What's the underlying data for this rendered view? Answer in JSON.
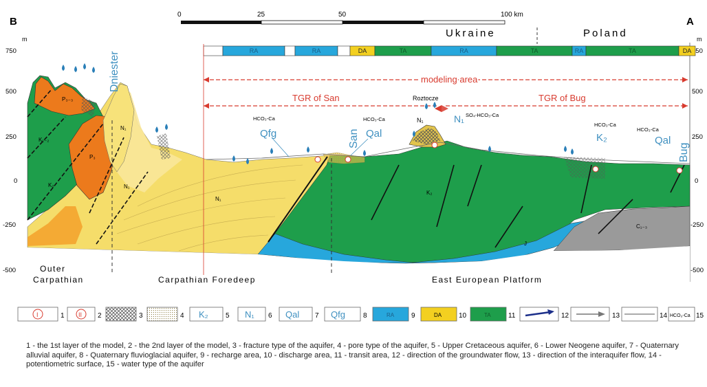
{
  "corners": {
    "left": "B",
    "right": "A"
  },
  "scale_bar": {
    "ticks": [
      "0",
      "25",
      "50",
      "100 km"
    ]
  },
  "countries": [
    "Ukraine",
    "Poland"
  ],
  "axis": {
    "unit": "m",
    "left_ticks": [
      "750",
      "500",
      "250",
      "0",
      "-250",
      "-500"
    ],
    "right_ticks": [
      "750",
      "500",
      "250",
      "0",
      "-250",
      "-500"
    ]
  },
  "strip_segments": [
    {
      "label": "",
      "color": "#ffffff"
    },
    {
      "label": "RA",
      "color": "#27a7dc"
    },
    {
      "label": "",
      "color": "#ffffff"
    },
    {
      "label": "RA",
      "color": "#27a7dc"
    },
    {
      "label": "",
      "color": "#ffffff"
    },
    {
      "label": "DA",
      "color": "#f3d020"
    },
    {
      "label": "TA",
      "color": "#1e9e4b"
    },
    {
      "label": "RA",
      "color": "#27a7dc"
    },
    {
      "label": "TA",
      "color": "#1e9e4b"
    },
    {
      "label": "RA",
      "color": "#27a7dc"
    },
    {
      "label": "TA",
      "color": "#1e9e4b"
    },
    {
      "label": "DA",
      "color": "#f3d020"
    }
  ],
  "annotations": {
    "modeling_area": "modeling area",
    "tgr_san": "TGR of San",
    "tgr_bug": "TGR of Bug",
    "roztocze": "Roztocze"
  },
  "rivers": {
    "dniester": "Dniester",
    "san": "San",
    "bug": "Bug"
  },
  "aquifer_labels": {
    "qfg": "Qfg",
    "qal_san": "Qal",
    "qal_bug": "Qal",
    "n1": "N₁",
    "k2": "K₂"
  },
  "water_types": {
    "hco3_ca": "HCO₃-Ca",
    "so4_hco3_ca": "SO₄-HCO₃-Ca"
  },
  "layer_symbols": {
    "p_upper": "P₃₋₃",
    "k_left": "K₁₋₂",
    "pg": "P₃",
    "k2_left": "K₂",
    "n1_a": "N₁",
    "n1_b": "N₁",
    "n1_main": "N₁",
    "k2_main": "K₂",
    "n1_roz": "N₁",
    "j": "J",
    "c": "C₁₋₃"
  },
  "regions": {
    "outer_carpathian": [
      "Outer",
      "Carpathian"
    ],
    "carpathian_foredeep": "Carpathian Foredeep",
    "east_european_platform": "East European Platform"
  },
  "legend": [
    {
      "num": "1",
      "text": "I"
    },
    {
      "num": "2",
      "text": "II"
    },
    {
      "num": "3",
      "text": ""
    },
    {
      "num": "4",
      "text": ""
    },
    {
      "num": "5",
      "text": "K₂"
    },
    {
      "num": "6",
      "text": "N₁"
    },
    {
      "num": "7",
      "text": "Qal"
    },
    {
      "num": "8",
      "text": "Qfg"
    },
    {
      "num": "9",
      "text": "RA"
    },
    {
      "num": "10",
      "text": "DA"
    },
    {
      "num": "11",
      "text": "TA"
    },
    {
      "num": "12",
      "text": ""
    },
    {
      "num": "13",
      "text": ""
    },
    {
      "num": "14",
      "text": ""
    },
    {
      "num": "15",
      "text": "HCO₃-Ca"
    }
  ],
  "caption": "1 - the 1st layer of the model, 2 - the 2nd layer of the model, 3 - fracture type of the aquifer, 4 - pore type of the aquifer, 5 - Upper Cretaceous aquifer, 6 - Lower Neogene aquifer, 7 - Quaternary alluvial aquifer, 8 - Quaternary fluvioglacial aquifer, 9 - recharge area, 10 - discharge area, 11 - transit area, 12 - direction of the groundwater flow, 13 - direction of the interaquifer flow, 14 - potentiometric surface, 15 - water type of the aquifer",
  "colors": {
    "recharge": "#27a7dc",
    "discharge": "#f3d020",
    "transit": "#1e9e4b",
    "neogene": "#f5dd6a",
    "permian": "#ec7a1c",
    "carboniferous": "#9a9a9a",
    "red_line": "#d83a2e",
    "river_blue": "#3f90c0"
  }
}
